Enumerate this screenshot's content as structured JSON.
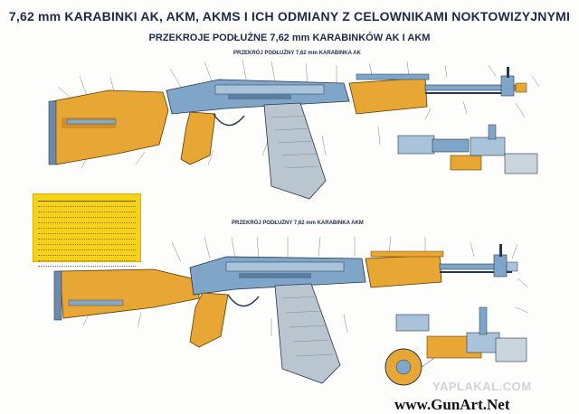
{
  "header": {
    "meta_small": "",
    "title": "7,62 mm KARABINKI AK, AKM, AKMS I ICH ODMIANY Z CELOWNIKAMI NOKTOWIZYJNYMI",
    "subtitle": "PRZEKROJE PODŁUŻNE 7,62 mm KARABINKÓW AK I AKM"
  },
  "sections": {
    "ak_title": "PRZEKRÓJ PODŁUŻNY 7,62 mm KARABINKA AK",
    "akm_title": "PRZEKRÓJ PODŁUŻNY 7,62 mm KARABINKA AKM"
  },
  "watermarks": {
    "yaplakal": "YAPLAKAL.COM",
    "gunart": "www.GunArt.Net"
  },
  "colors": {
    "wood": "#e8a634",
    "metal": "#7fa6c8",
    "spec_table": "#f6d21c",
    "text_dark": "#1f2a4a"
  }
}
